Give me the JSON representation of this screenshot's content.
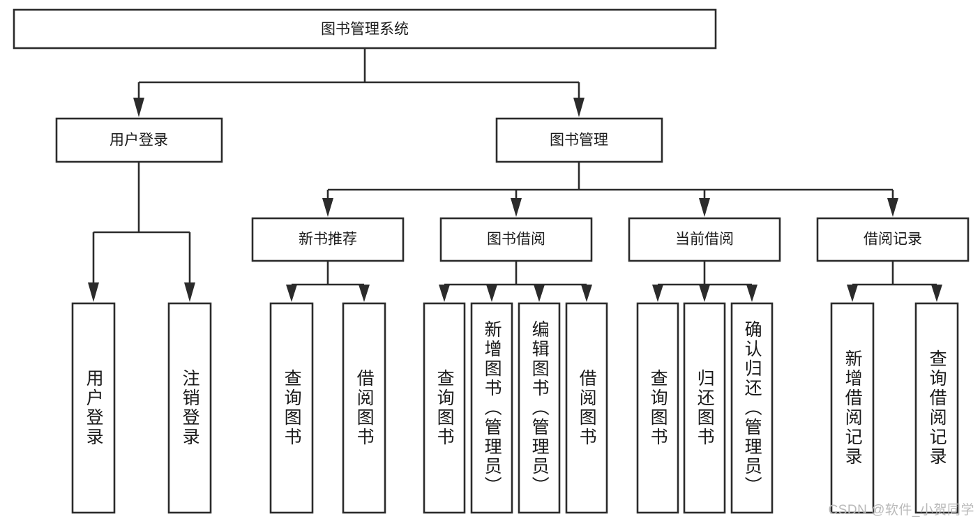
{
  "diagram": {
    "title": "图书管理系统",
    "type": "tree-hierarchy-diagram",
    "root": {
      "label": "图书管理系统"
    },
    "level2": [
      {
        "label": "用户登录"
      },
      {
        "label": "图书管理"
      }
    ],
    "level3": [
      {
        "label": "新书推荐"
      },
      {
        "label": "图书借阅"
      },
      {
        "label": "当前借阅"
      },
      {
        "label": "借阅记录"
      }
    ],
    "leaves": {
      "user_login": [
        {
          "label": "用户登录"
        },
        {
          "label": "注销登录"
        }
      ],
      "new_book_recommend": [
        {
          "label": "查询图书"
        },
        {
          "label": "借阅图书"
        }
      ],
      "book_borrow": [
        {
          "label": "查询图书"
        },
        {
          "label": "新增图书（管理员）"
        },
        {
          "label": "编辑图书（管理员）"
        },
        {
          "label": "借阅图书"
        }
      ],
      "current_borrow": [
        {
          "label": "查询图书"
        },
        {
          "label": "归还图书"
        },
        {
          "label": "确认归还（管理员）"
        }
      ],
      "borrow_record": [
        {
          "label": "新增借阅记录"
        },
        {
          "label": "查询借阅记录"
        }
      ]
    },
    "watermark": "CSDN @软件_小贺同学",
    "colors": {
      "stroke": "#2b2b2b",
      "box_fill": "#ffffff",
      "text": "#1a1a1a",
      "watermark": "#b9b9b9",
      "background": "#ffffff"
    }
  }
}
